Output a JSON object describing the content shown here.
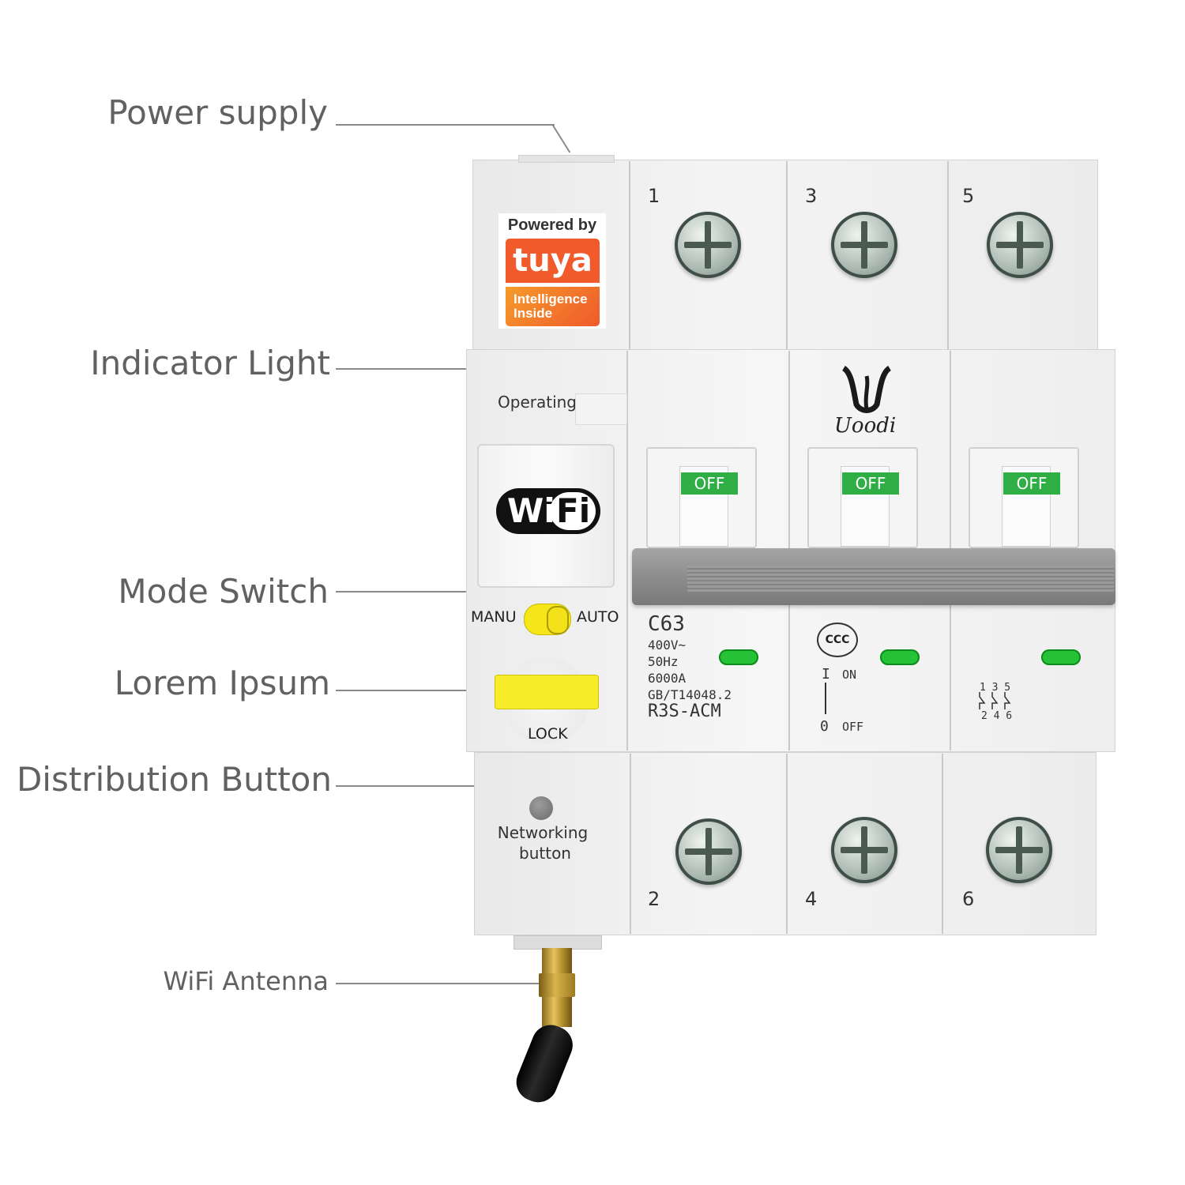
{
  "callouts": {
    "power_supply": "Power supply",
    "indicator_light": "Indicator Light",
    "mode_switch": "Mode Switch",
    "lorem_ipsum": "Lorem Ipsum",
    "distribution_button": "Distribution Button",
    "wifi_antenna": "WiFi Antenna"
  },
  "branding": {
    "powered_by": "Powered by",
    "tuya": "tuya",
    "intelligence": "Intelligence",
    "inside": "Inside",
    "wifi_a": "Wi",
    "wifi_b": "Fi",
    "logo_script": "Uoodi"
  },
  "device": {
    "operating": "Operating",
    "manu": "MANU",
    "auto": "AUTO",
    "lock": "LOCK",
    "networking_line1": "Networking",
    "networking_line2": "button",
    "off_label": "OFF",
    "top_poles": [
      "1",
      "3",
      "5"
    ],
    "bottom_poles": [
      "2",
      "4",
      "6"
    ],
    "spec_rating": "C63",
    "spec_voltage": "400V~",
    "spec_freq": "50Hz",
    "spec_capacity": "6000A",
    "spec_standard": "GB/T14048.2",
    "spec_model": "R3S-ACM",
    "ccc": "CCC",
    "on_symbol": "I",
    "on_text": "ON",
    "off_symbol": "0",
    "off_text": "OFF",
    "schematic_top": "1 3 5",
    "schematic_bottom": "2 4 6"
  },
  "colors": {
    "tuya_orange": "#f15a2b",
    "off_flag_green": "#2eae45",
    "led_green": "#25c238",
    "mode_yellow": "#f5e61a",
    "callout_gray": "#616161"
  }
}
